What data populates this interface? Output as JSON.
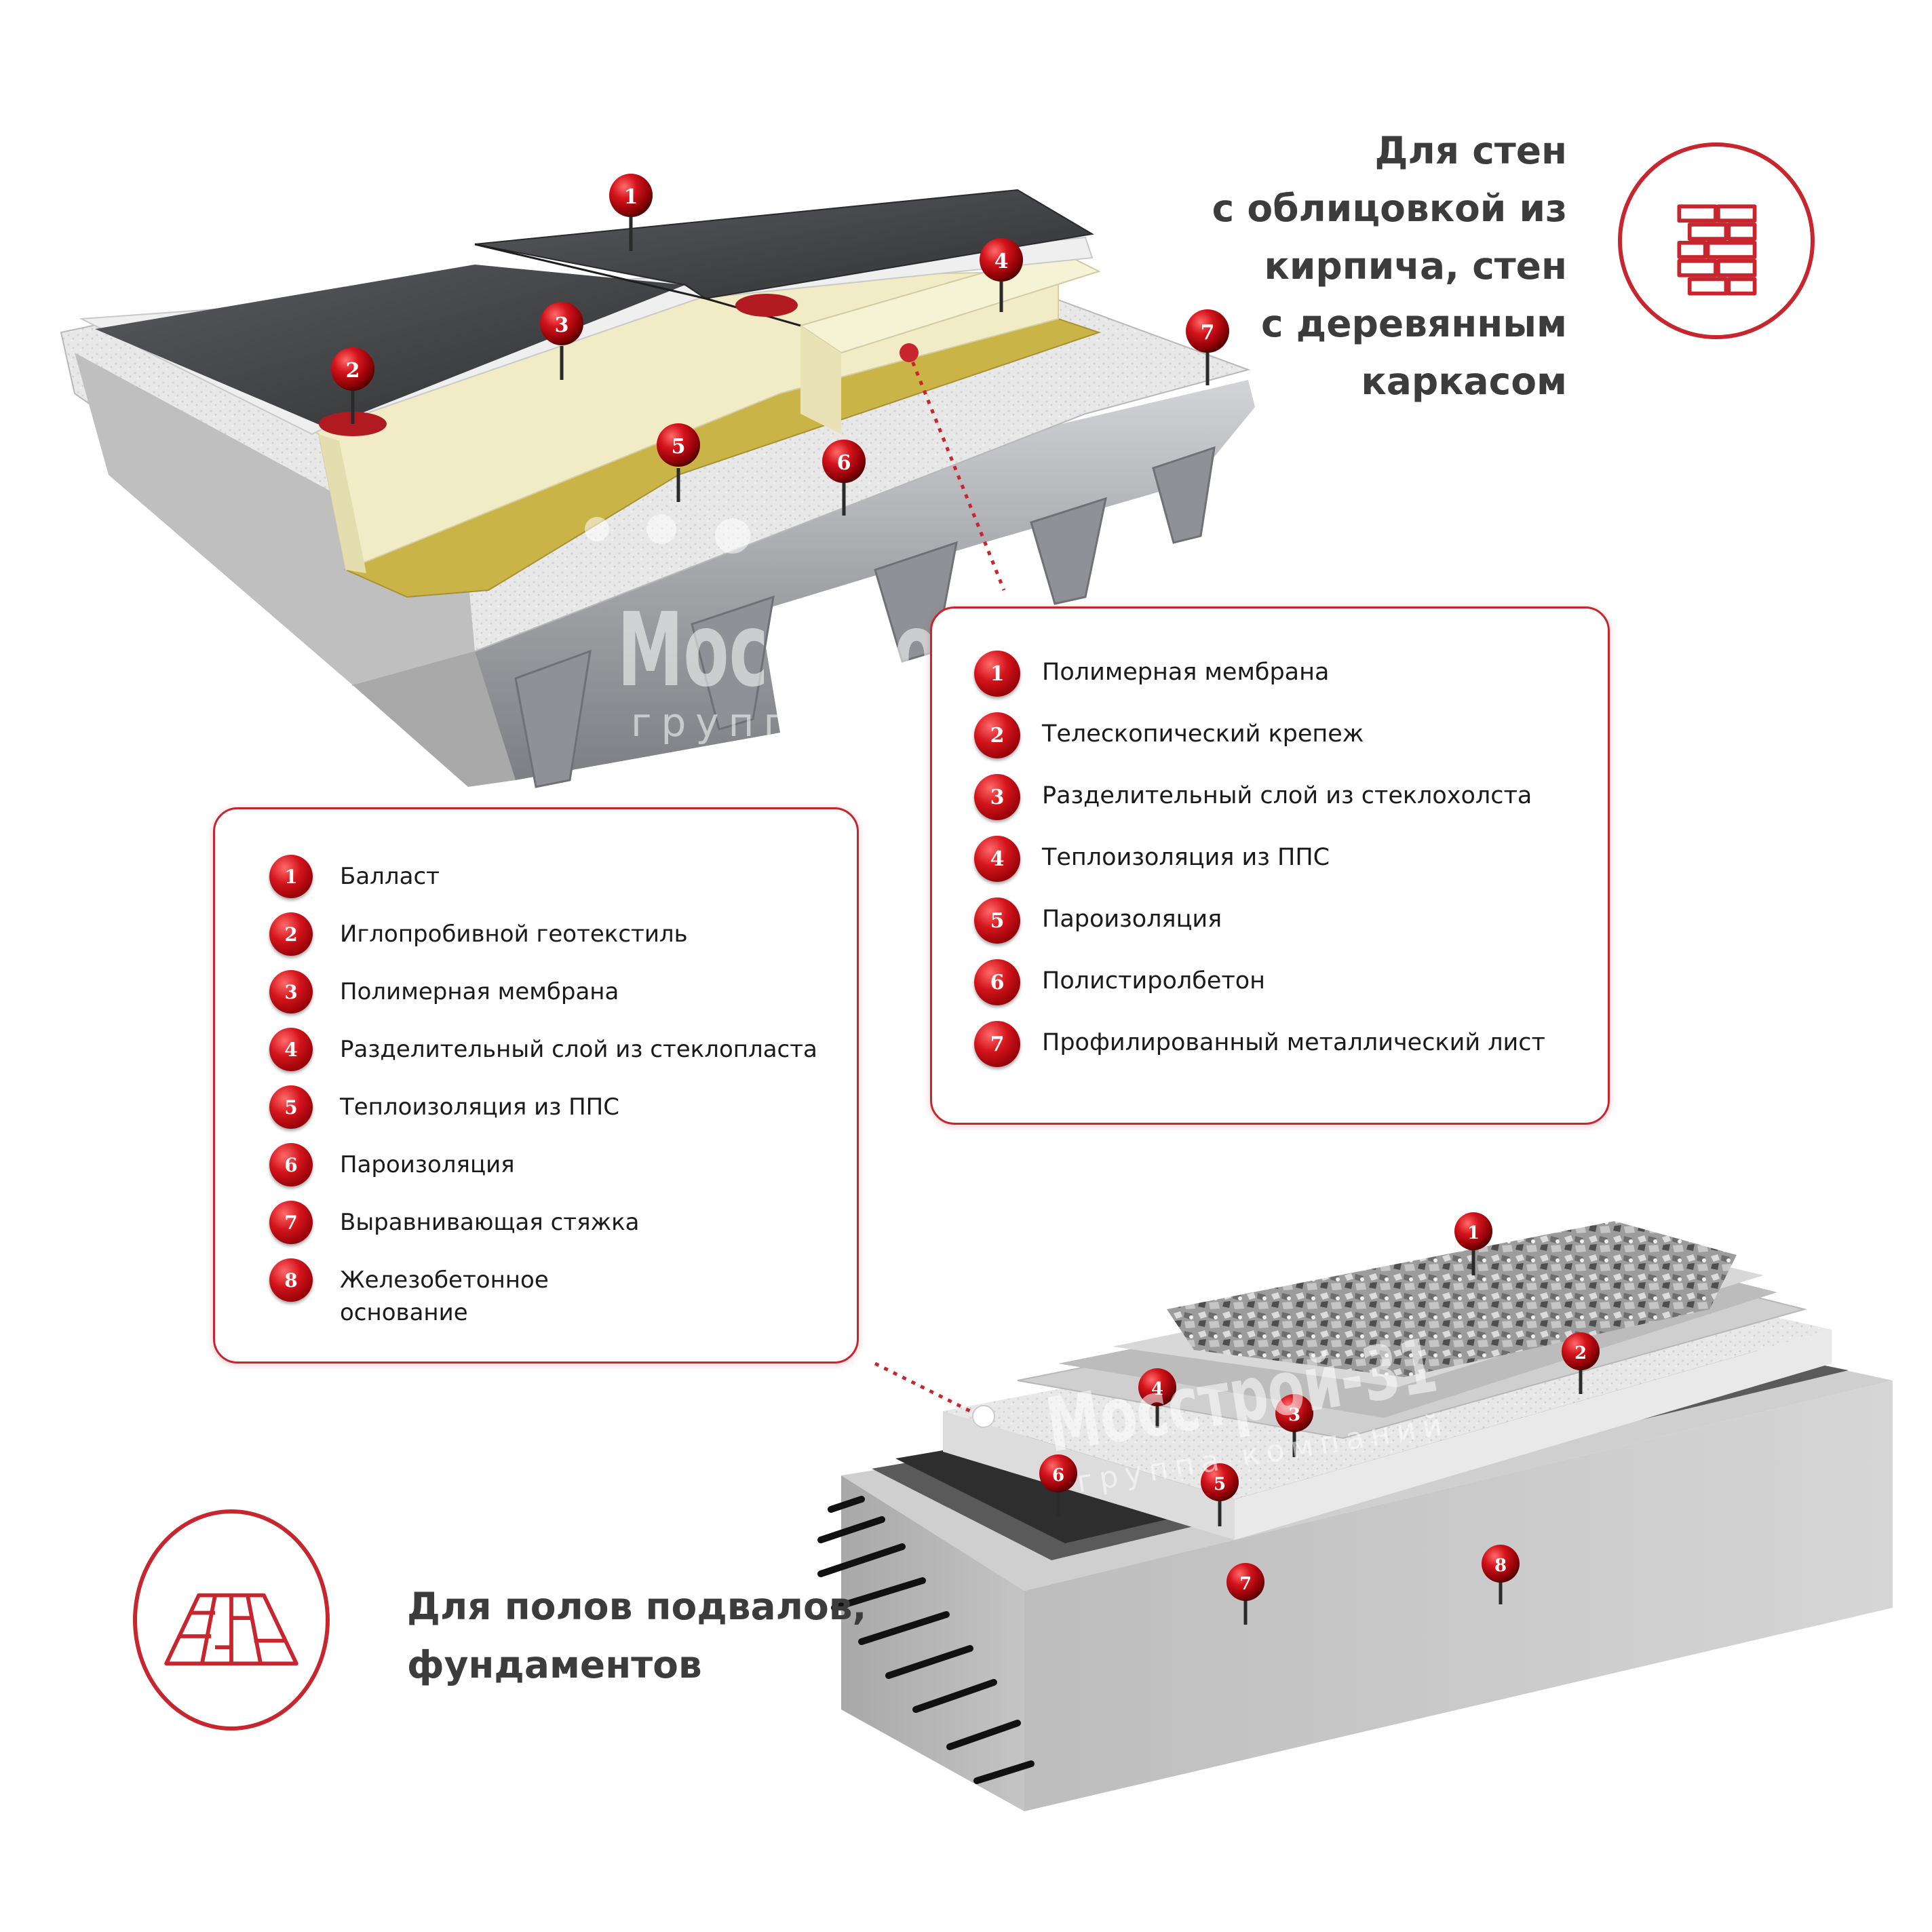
{
  "headings": {
    "walls": [
      "Для стен",
      "с облицовкой из",
      "кирпича, стен",
      "с деревянным",
      "каркасом"
    ],
    "floors": [
      "Для полов подвалов,",
      "фундаментов"
    ]
  },
  "legend_roof": [
    {
      "num": "1",
      "label": "Полимерная мембрана"
    },
    {
      "num": "2",
      "label": "Телескопический крепеж"
    },
    {
      "num": "3",
      "label": "Разделительный слой из стеклохолста"
    },
    {
      "num": "4",
      "label": "Теплоизоляция из ППС"
    },
    {
      "num": "5",
      "label": "Пароизоляция"
    },
    {
      "num": "6",
      "label": "Полистиролбетон"
    },
    {
      "num": "7",
      "label": "Профилированный металлический лист"
    }
  ],
  "legend_floor": [
    {
      "num": "1",
      "label": "Балласт"
    },
    {
      "num": "2",
      "label": "Иглопробивной геотекстиль"
    },
    {
      "num": "3",
      "label": "Полимерная мембрана"
    },
    {
      "num": "4",
      "label": "Разделительный слой из стеклопласта"
    },
    {
      "num": "5",
      "label": "Теплоизоляция из ППС"
    },
    {
      "num": "6",
      "label": "Пароизоляция"
    },
    {
      "num": "7",
      "label": "Выравнивающая стяжка"
    },
    {
      "num": "8",
      "label": "Железобетонное основание"
    }
  ],
  "pins_roof": [
    "1",
    "2",
    "3",
    "4",
    "5",
    "6",
    "7"
  ],
  "pins_floor": [
    "1",
    "2",
    "3",
    "4",
    "5",
    "6",
    "7",
    "8"
  ],
  "watermark": {
    "brand": "Мосстрой-31",
    "sub": "группа компаний"
  },
  "icons": {
    "walls": "brick-wall-icon",
    "floors": "floor-tiles-icon"
  },
  "colors": {
    "accent": "#c8262e",
    "pin": "#d4141c",
    "text": "#3c3c3c",
    "membrane": "#4a4a4c",
    "insulation": "#f1ecc4",
    "vapor": "#cdb84a",
    "concrete": "#c9c9c9",
    "metal": "#a9abaf"
  }
}
